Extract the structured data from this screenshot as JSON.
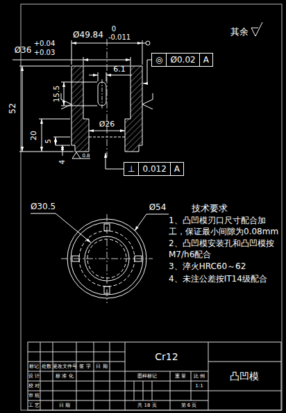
{
  "diagram": {
    "nodes": [
      {
        "text": [
          "◎",
          "Ø0.02",
          "A"
        ]
      },
      {
        "text": [
          "⊥",
          "0.012",
          "A"
        ]
      }
    ],
    "labels": [
      "Ø36",
      "+0.04",
      "+0.03",
      "Ø49.84",
      "0",
      "-0.011",
      "其余",
      "15.5",
      "6.1",
      "52",
      "20",
      "5",
      "4",
      "Ø26",
      "0.8",
      "Ø30.5",
      "Ø54",
      "技术要求",
      "1、凸凹模刃口尺寸配合加工，保证最小间隙为0.08mm",
      "2、凸凹模安装孔和凸凹模按M7/h6配合",
      "3、淬火HRC60～62",
      "4、未注公差按IT14级配合",
      "Cr12",
      "凸凹模",
      "标记",
      "处数",
      "更改文件号",
      "签 字",
      "日 期",
      "设 计",
      "标 准 化",
      "校 对",
      "审 核",
      "工 艺",
      "日 期",
      "图样标记",
      "重 量",
      "比 例",
      "1:1",
      "共 18 页",
      "第 6 页"
    ]
  }
}
